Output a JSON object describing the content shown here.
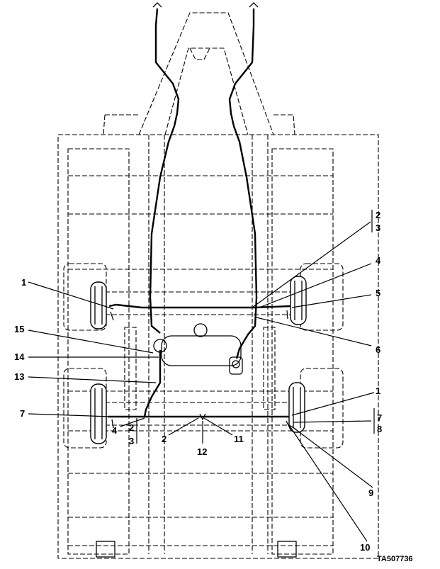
{
  "callouts": [
    {
      "id": "c1a",
      "text": "1"
    },
    {
      "id": "c2a",
      "text": "2"
    },
    {
      "id": "c3a",
      "text": "3"
    },
    {
      "id": "c4a",
      "text": "4"
    },
    {
      "id": "c5",
      "text": "5"
    },
    {
      "id": "c6",
      "text": "6"
    },
    {
      "id": "c15",
      "text": "15"
    },
    {
      "id": "c14",
      "text": "14"
    },
    {
      "id": "c13",
      "text": "13"
    },
    {
      "id": "c7a",
      "text": "7"
    },
    {
      "id": "c4b",
      "text": "4"
    },
    {
      "id": "c2b",
      "text": "2"
    },
    {
      "id": "c3b",
      "text": "3"
    },
    {
      "id": "c2c",
      "text": "2"
    },
    {
      "id": "c12",
      "text": "12"
    },
    {
      "id": "c11",
      "text": "11"
    },
    {
      "id": "c1b",
      "text": "1"
    },
    {
      "id": "c7b",
      "text": "7"
    },
    {
      "id": "c8",
      "text": "8"
    },
    {
      "id": "c9",
      "text": "9"
    },
    {
      "id": "c10",
      "text": "10"
    }
  ],
  "figure_id": "TA507736"
}
